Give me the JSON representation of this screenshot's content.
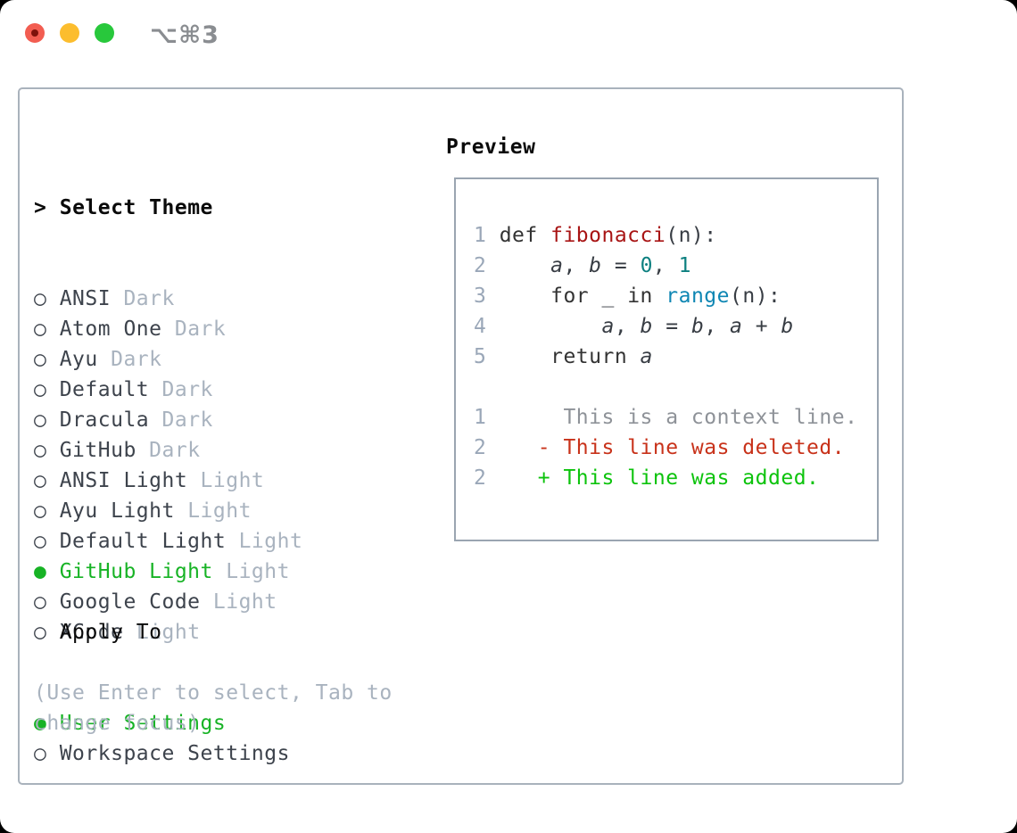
{
  "titlebar": {
    "title": "⌥⌘3"
  },
  "theme_menu": {
    "prompt": ">",
    "header": "Select Theme",
    "items": [
      {
        "name": "ANSI",
        "variant": "Dark",
        "selected": false
      },
      {
        "name": "Atom One",
        "variant": "Dark",
        "selected": false
      },
      {
        "name": "Ayu",
        "variant": "Dark",
        "selected": false
      },
      {
        "name": "Default",
        "variant": "Dark",
        "selected": false
      },
      {
        "name": "Dracula",
        "variant": "Dark",
        "selected": false
      },
      {
        "name": "GitHub",
        "variant": "Dark",
        "selected": false
      },
      {
        "name": "ANSI Light",
        "variant": "Light",
        "selected": false
      },
      {
        "name": "Ayu Light",
        "variant": "Light",
        "selected": false
      },
      {
        "name": "Default Light",
        "variant": "Light",
        "selected": false
      },
      {
        "name": "GitHub Light",
        "variant": "Light",
        "selected": true
      },
      {
        "name": "Google Code",
        "variant": "Light",
        "selected": false
      },
      {
        "name": "XCode",
        "variant": "Light",
        "selected": false
      }
    ],
    "bullet_unselected": "○",
    "bullet_selected": "●"
  },
  "apply_to": {
    "header": "Apply To",
    "items": [
      {
        "name": "User Settings",
        "selected": true
      },
      {
        "name": "Workspace Settings",
        "selected": false
      }
    ]
  },
  "footer_hint": "(Use Enter to select, Tab to change focus)",
  "preview": {
    "title": "Preview",
    "code_lines": [
      {
        "num": "1",
        "segments": [
          {
            "text": "def ",
            "style": "keyword"
          },
          {
            "text": "fibonacci",
            "style": "fn"
          },
          {
            "text": "(n):",
            "style": "plain"
          }
        ]
      },
      {
        "num": "2",
        "segments": [
          {
            "text": "    ",
            "style": "plain"
          },
          {
            "text": "a",
            "style": "var"
          },
          {
            "text": ", ",
            "style": "plain"
          },
          {
            "text": "b",
            "style": "var"
          },
          {
            "text": " = ",
            "style": "plain"
          },
          {
            "text": "0",
            "style": "number"
          },
          {
            "text": ", ",
            "style": "plain"
          },
          {
            "text": "1",
            "style": "number"
          }
        ]
      },
      {
        "num": "3",
        "segments": [
          {
            "text": "    ",
            "style": "plain"
          },
          {
            "text": "for",
            "style": "keyword"
          },
          {
            "text": " _ ",
            "style": "plain"
          },
          {
            "text": "in",
            "style": "keyword"
          },
          {
            "text": " ",
            "style": "plain"
          },
          {
            "text": "range",
            "style": "builtin"
          },
          {
            "text": "(n):",
            "style": "plain"
          }
        ]
      },
      {
        "num": "4",
        "segments": [
          {
            "text": "        ",
            "style": "plain"
          },
          {
            "text": "a",
            "style": "var"
          },
          {
            "text": ", ",
            "style": "plain"
          },
          {
            "text": "b",
            "style": "var"
          },
          {
            "text": " = ",
            "style": "plain"
          },
          {
            "text": "b",
            "style": "var"
          },
          {
            "text": ", ",
            "style": "plain"
          },
          {
            "text": "a",
            "style": "var"
          },
          {
            "text": " + ",
            "style": "plain"
          },
          {
            "text": "b",
            "style": "var"
          }
        ]
      },
      {
        "num": "5",
        "segments": [
          {
            "text": "    ",
            "style": "plain"
          },
          {
            "text": "return",
            "style": "keyword"
          },
          {
            "text": " ",
            "style": "plain"
          },
          {
            "text": "a",
            "style": "var"
          }
        ]
      },
      {
        "num": "",
        "segments": []
      },
      {
        "num": "1",
        "segments": [
          {
            "text": "     This is a context line.",
            "style": "context"
          }
        ]
      },
      {
        "num": "2",
        "segments": [
          {
            "text": "   - This line was deleted.",
            "style": "deleted"
          }
        ]
      },
      {
        "num": "2",
        "segments": [
          {
            "text": "   + This line was added.",
            "style": "added"
          }
        ]
      }
    ]
  },
  "colors": {
    "accent_green": "#17b325",
    "added_green": "#0cc30c",
    "deleted_red": "#c8321a",
    "function_red": "#a81414",
    "number_teal": "#0d8080",
    "builtin_blue": "#0e86b3",
    "muted_gray": "#a9b3bf",
    "line_number_gray": "#9aa7b8",
    "panel_border": "#a9b2bc",
    "traffic_red": "#f25d51",
    "traffic_yellow": "#fcbd2e",
    "traffic_green": "#28c83c"
  }
}
